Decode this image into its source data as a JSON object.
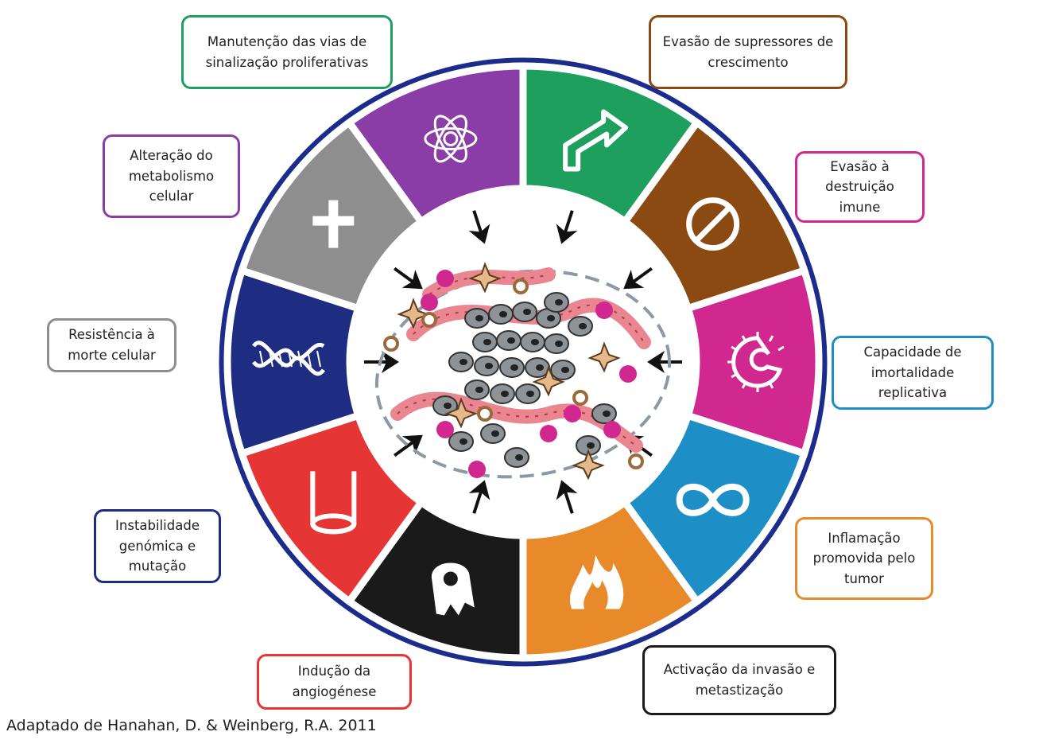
{
  "hallmarks": [
    {
      "id": "proliferative",
      "lines": [
        "Manutenção das vias de",
        "sinalização proliferativas"
      ],
      "color": "#1e9f5e",
      "icon": "arrow-up-right-icon"
    },
    {
      "id": "growth-suppressors",
      "lines": [
        "Evasão de supressores de",
        "crescimento"
      ],
      "color": "#8b4a12",
      "icon": "prohibition-icon"
    },
    {
      "id": "immune",
      "lines": [
        "Evasão à",
        "destruição",
        "imune"
      ],
      "color": "#d0288f",
      "icon": "immune-cell-icon"
    },
    {
      "id": "immortality",
      "lines": [
        "Capacidade de",
        "imortalidade",
        "replicativa"
      ],
      "color": "#1d8fc6",
      "icon": "infinity-icon"
    },
    {
      "id": "inflammation",
      "lines": [
        "Inflamação",
        "promovida pelo",
        "tumor"
      ],
      "color": "#e8892a",
      "icon": "flame-icon"
    },
    {
      "id": "invasion",
      "lines": [
        "Activação da invasão e",
        "metastização"
      ],
      "color": "#1a1a1a",
      "icon": "invasive-cell-icon"
    },
    {
      "id": "angiogenesis",
      "lines": [
        "Indução da",
        "angiogénese"
      ],
      "color": "#e53535",
      "icon": "blood-vessel-icon"
    },
    {
      "id": "genomic",
      "lines": [
        "Instabilidade",
        "genómica e",
        "mutação"
      ],
      "color": "#1e2d82",
      "icon": "dna-icon"
    },
    {
      "id": "cell-death",
      "lines": [
        "Resistência à",
        "morte celular"
      ],
      "color": "#8e8e8e",
      "icon": "cross-icon"
    },
    {
      "id": "metabolism",
      "lines": [
        "Alteração do",
        "metabolismo",
        "celular"
      ],
      "color": "#8a3da6",
      "icon": "atom-icon"
    }
  ],
  "caption": "Adaptado de Hanahan, D. & Weinberg, R.A. 2011",
  "ring_border_color": "#1c2c8c"
}
